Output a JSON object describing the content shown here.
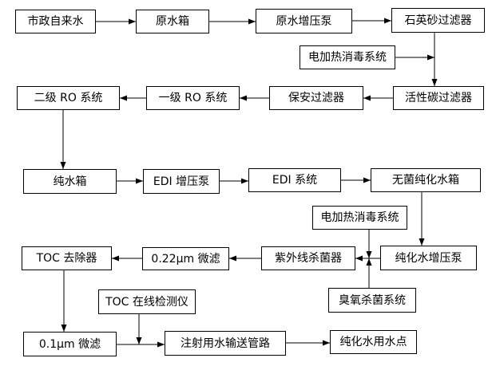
{
  "colors": {
    "background": "#ffffff",
    "line": "#000000",
    "box_border": "#000000",
    "text": "#000000"
  },
  "nodes": {
    "municipal_water": {
      "label": "市政自来水"
    },
    "raw_water_tank": {
      "label": "原水箱"
    },
    "raw_water_pump": {
      "label": "原水增压泵"
    },
    "quartz_sand_filter": {
      "label": "石英砂过滤器"
    },
    "electric_heat_disinfection_1": {
      "label": "电加热消毒系统"
    },
    "ro_stage2": {
      "label": "二级 RO 系统"
    },
    "ro_stage1": {
      "label": "一级 RO 系统"
    },
    "security_filter": {
      "label": "保安过滤器"
    },
    "activated_carbon_filter": {
      "label": "活性碳过滤器"
    },
    "pure_water_tank": {
      "label": "纯水箱"
    },
    "edi_booster_pump": {
      "label": "EDI 增压泵"
    },
    "edi_system": {
      "label": "EDI 系统"
    },
    "sterile_purified_tank": {
      "label": "无菌纯化水箱"
    },
    "electric_heat_disinfection_2": {
      "label": "电加热消毒系统"
    },
    "toc_remover": {
      "label": "TOC 去除器"
    },
    "micro_filter_022": {
      "label": "0.22μm 微滤"
    },
    "uv_sterilizer": {
      "label": "紫外线杀菌器"
    },
    "purified_water_pump": {
      "label": "纯化水增压泵"
    },
    "toc_online_monitor": {
      "label": "TOC 在线检测仪"
    },
    "ozone_sterilization": {
      "label": "臭氧杀菌系统"
    },
    "micro_filter_01": {
      "label": "0.1μm 微滤"
    },
    "injection_water_pipeline": {
      "label": "注射用水输送管路"
    },
    "purified_water_use_point": {
      "label": "纯化水用水点"
    }
  },
  "edges": [
    {
      "from": "municipal_water",
      "to": "raw_water_tank"
    },
    {
      "from": "raw_water_tank",
      "to": "raw_water_pump"
    },
    {
      "from": "raw_water_pump",
      "to": "quartz_sand_filter"
    },
    {
      "from": "quartz_sand_filter",
      "to": "activated_carbon_filter"
    },
    {
      "from": "electric_heat_disinfection_1",
      "to_line": "quartz_sand_filter-activated_carbon_filter"
    },
    {
      "from": "activated_carbon_filter",
      "to": "security_filter"
    },
    {
      "from": "security_filter",
      "to": "ro_stage1"
    },
    {
      "from": "ro_stage1",
      "to": "ro_stage2"
    },
    {
      "from": "ro_stage2",
      "to": "pure_water_tank"
    },
    {
      "from": "pure_water_tank",
      "to": "edi_booster_pump"
    },
    {
      "from": "edi_booster_pump",
      "to": "edi_system"
    },
    {
      "from": "edi_system",
      "to": "sterile_purified_tank"
    },
    {
      "from": "sterile_purified_tank",
      "to": "purified_water_pump"
    },
    {
      "from": "purified_water_pump",
      "to": "uv_sterilizer"
    },
    {
      "from": "electric_heat_disinfection_2",
      "to_line": "purified_water_pump-uv_sterilizer"
    },
    {
      "from": "ozone_sterilization",
      "to_line": "purified_water_pump-uv_sterilizer"
    },
    {
      "from": "uv_sterilizer",
      "to": "micro_filter_022"
    },
    {
      "from": "micro_filter_022",
      "to": "toc_remover"
    },
    {
      "from": "toc_remover",
      "to": "micro_filter_01"
    },
    {
      "from": "micro_filter_01",
      "to": "injection_water_pipeline"
    },
    {
      "from": "toc_online_monitor",
      "to_line": "micro_filter_01-injection_water_pipeline"
    },
    {
      "from": "injection_water_pipeline",
      "to": "purified_water_use_point"
    }
  ]
}
